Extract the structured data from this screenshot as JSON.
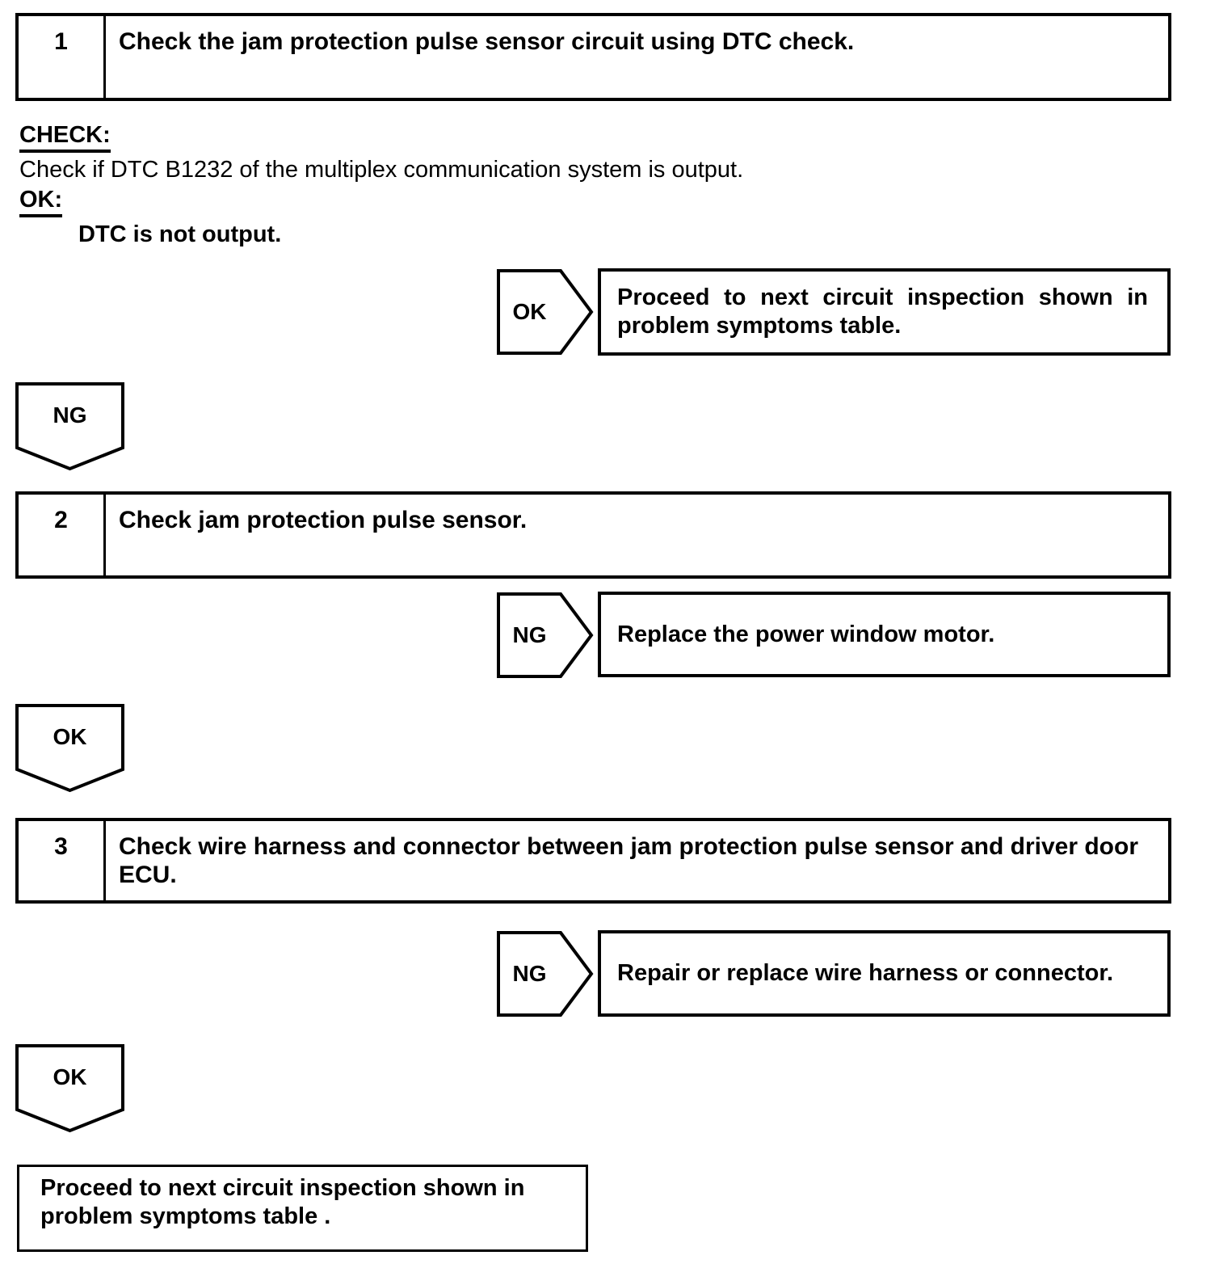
{
  "palette": {
    "ink": "#000000",
    "paper": "#ffffff"
  },
  "steps": [
    {
      "number": "1",
      "title": "Check the jam protection pulse sensor circuit using DTC check."
    },
    {
      "number": "2",
      "title": "Check jam protection pulse sensor."
    },
    {
      "number": "3",
      "title": "Check wire harness and connector between jam protection pulse sensor and driver door ECU."
    }
  ],
  "step1_notes": {
    "check_heading": "CHECK:",
    "check_body": "Check if DTC B1232 of the multiplex communication system is output.",
    "ok_heading": "OK:",
    "ok_body": "DTC is not output."
  },
  "results": [
    {
      "badge": "OK",
      "text": "Proceed to next circuit inspection shown in problem symptoms table."
    },
    {
      "badge": "NG",
      "text": "Replace the power window motor."
    },
    {
      "badge": "NG",
      "text": "Repair or replace wire harness or connector."
    }
  ],
  "down_badges": [
    {
      "label": "NG"
    },
    {
      "label": "OK"
    },
    {
      "label": "OK"
    }
  ],
  "final_box": {
    "text": "Proceed to next circuit inspection shown in problem symptoms table ."
  }
}
